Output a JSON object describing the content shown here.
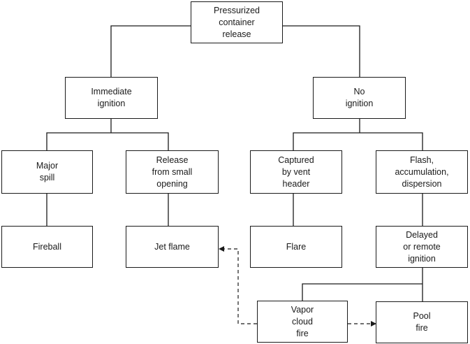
{
  "nodes": {
    "root": "Pressurized\ncontainer\nrelease",
    "immediate": "Immediate\nignition",
    "no_ignition": "No\nignition",
    "major_spill": "Major\nspill",
    "small_opening": "Release\nfrom small\nopening",
    "vent_header": "Captured\nby vent\nheader",
    "flash": "Flash,\naccumulation,\ndispersion",
    "fireball": "Fireball",
    "jet_flame": "Jet flame",
    "flare": "Flare",
    "delayed": "Delayed\nor remote\nignition",
    "vapor_cloud": "Vapor\ncloud\nfire",
    "pool_fire": "Pool\nfire"
  },
  "colors": {
    "line": "#1a1a1a",
    "box_fill": "#ffffff"
  }
}
